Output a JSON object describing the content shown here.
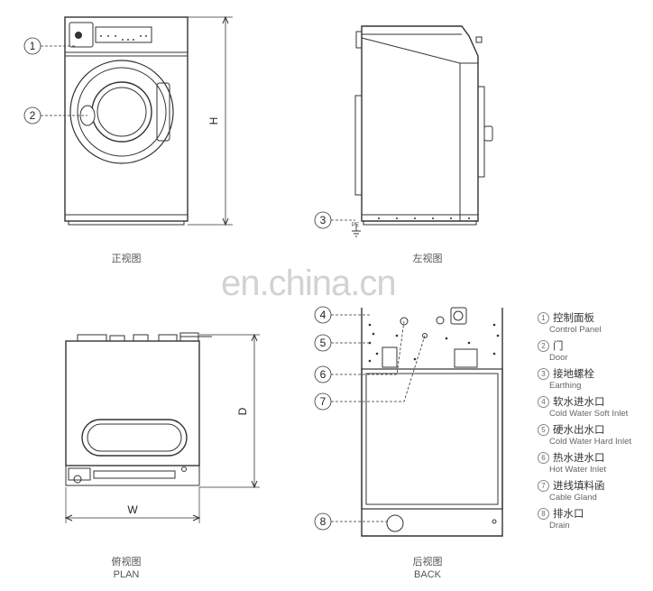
{
  "views": {
    "front_caption": "正视图",
    "side_caption": "左视图",
    "plan_caption_cn": "俯视图",
    "plan_caption_en": "PLAN",
    "back_caption_cn": "后视图",
    "back_caption_en": "BACK"
  },
  "dimensions": {
    "height": "H",
    "depth": "D",
    "width": "W"
  },
  "callouts": [
    "1",
    "2",
    "3",
    "4",
    "5",
    "6",
    "7",
    "8"
  ],
  "earth_label": "PE",
  "watermark": "en.china.cn",
  "legend": [
    {
      "num": "1",
      "cn": "控制面板",
      "en": "Control Panel"
    },
    {
      "num": "2",
      "cn": "门",
      "en": "Door"
    },
    {
      "num": "3",
      "cn": "接地螺栓",
      "en": "Earthing"
    },
    {
      "num": "4",
      "cn": "软水进水口",
      "en": "Cold Water Soft Inlet"
    },
    {
      "num": "5",
      "cn": "硬水出水口",
      "en": "Cold Water Hard Inlet"
    },
    {
      "num": "6",
      "cn": "热水进水口",
      "en": "Hot Water Inlet"
    },
    {
      "num": "7",
      "cn": "进线填料函",
      "en": "Cable Gland"
    },
    {
      "num": "8",
      "cn": "排水口",
      "en": "Drain"
    }
  ]
}
